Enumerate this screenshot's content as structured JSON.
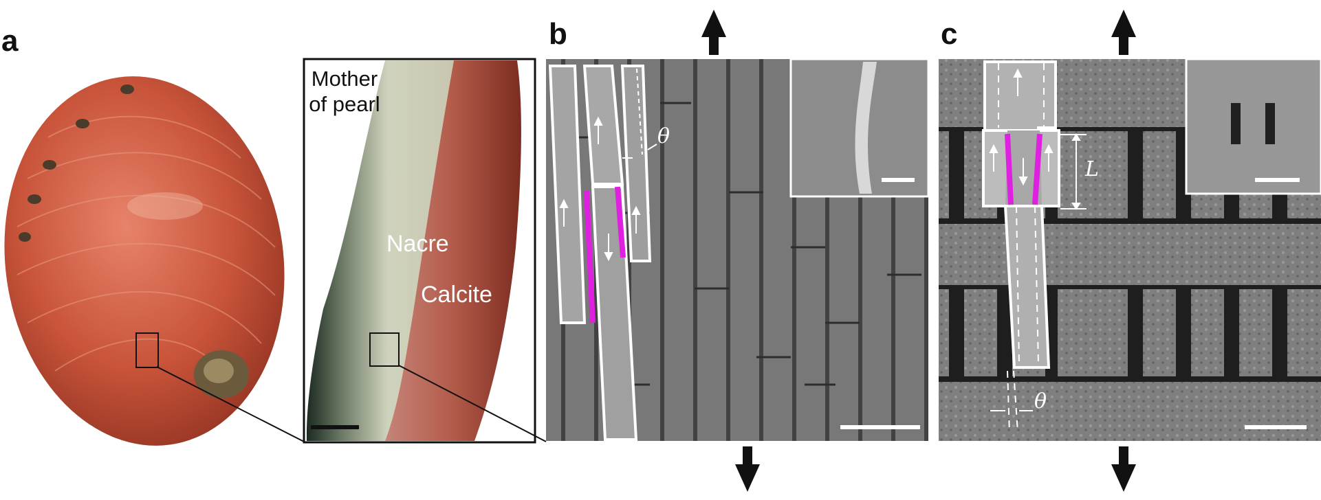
{
  "panels": {
    "a": {
      "letter": "a"
    },
    "b": {
      "letter": "b"
    },
    "c": {
      "letter": "c"
    }
  },
  "labels": {
    "mother_of_pearl": "Mother of pearl",
    "nacre": "Nacre",
    "calcite": "Calcite",
    "theta": "θ",
    "length": "L"
  },
  "colors": {
    "shell": "#c9553a",
    "highlight_magenta": "#e020e0",
    "sem_gray": "#6e6e6e"
  },
  "icons": [
    "up-arrow-icon",
    "down-arrow-icon",
    "scale-bar"
  ]
}
